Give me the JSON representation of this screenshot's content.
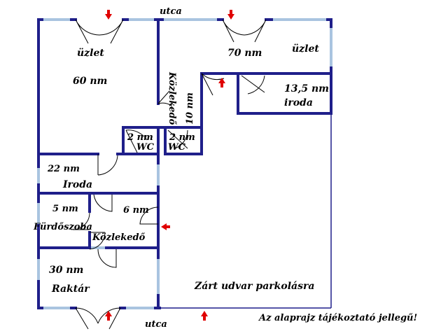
{
  "streets": {
    "top": "utca",
    "bottom": "utca"
  },
  "rooms": {
    "shop_left": {
      "name": "üzlet",
      "area": "60 nm"
    },
    "shop_right": {
      "name": "üzlet",
      "area": "70 nm"
    },
    "office_small": {
      "name": "iroda",
      "area": "13,5 nm"
    },
    "corridor_upper": {
      "name": "Közlekedő",
      "area": "10 nm"
    },
    "wc_left": {
      "name": "WC",
      "area": "2 nm"
    },
    "wc_right": {
      "name": "WC",
      "area": "2 nm"
    },
    "office": {
      "name": "Iroda",
      "area": "22 nm"
    },
    "bathroom": {
      "name": "Fürdőszoba",
      "area": "5 nm"
    },
    "corridor_lower": {
      "name": "Közlekedő",
      "area": "6 nm"
    },
    "storage": {
      "name": "Raktár",
      "area": "30 nm"
    }
  },
  "yard": "Zárt udvar parkolásra",
  "disclaimer": "Az alaprajz tájékoztató jellegű!",
  "colors": {
    "wall": "#1f1f8a",
    "opening": "#a9c4e0",
    "entrance_arrow": "#e00000"
  }
}
